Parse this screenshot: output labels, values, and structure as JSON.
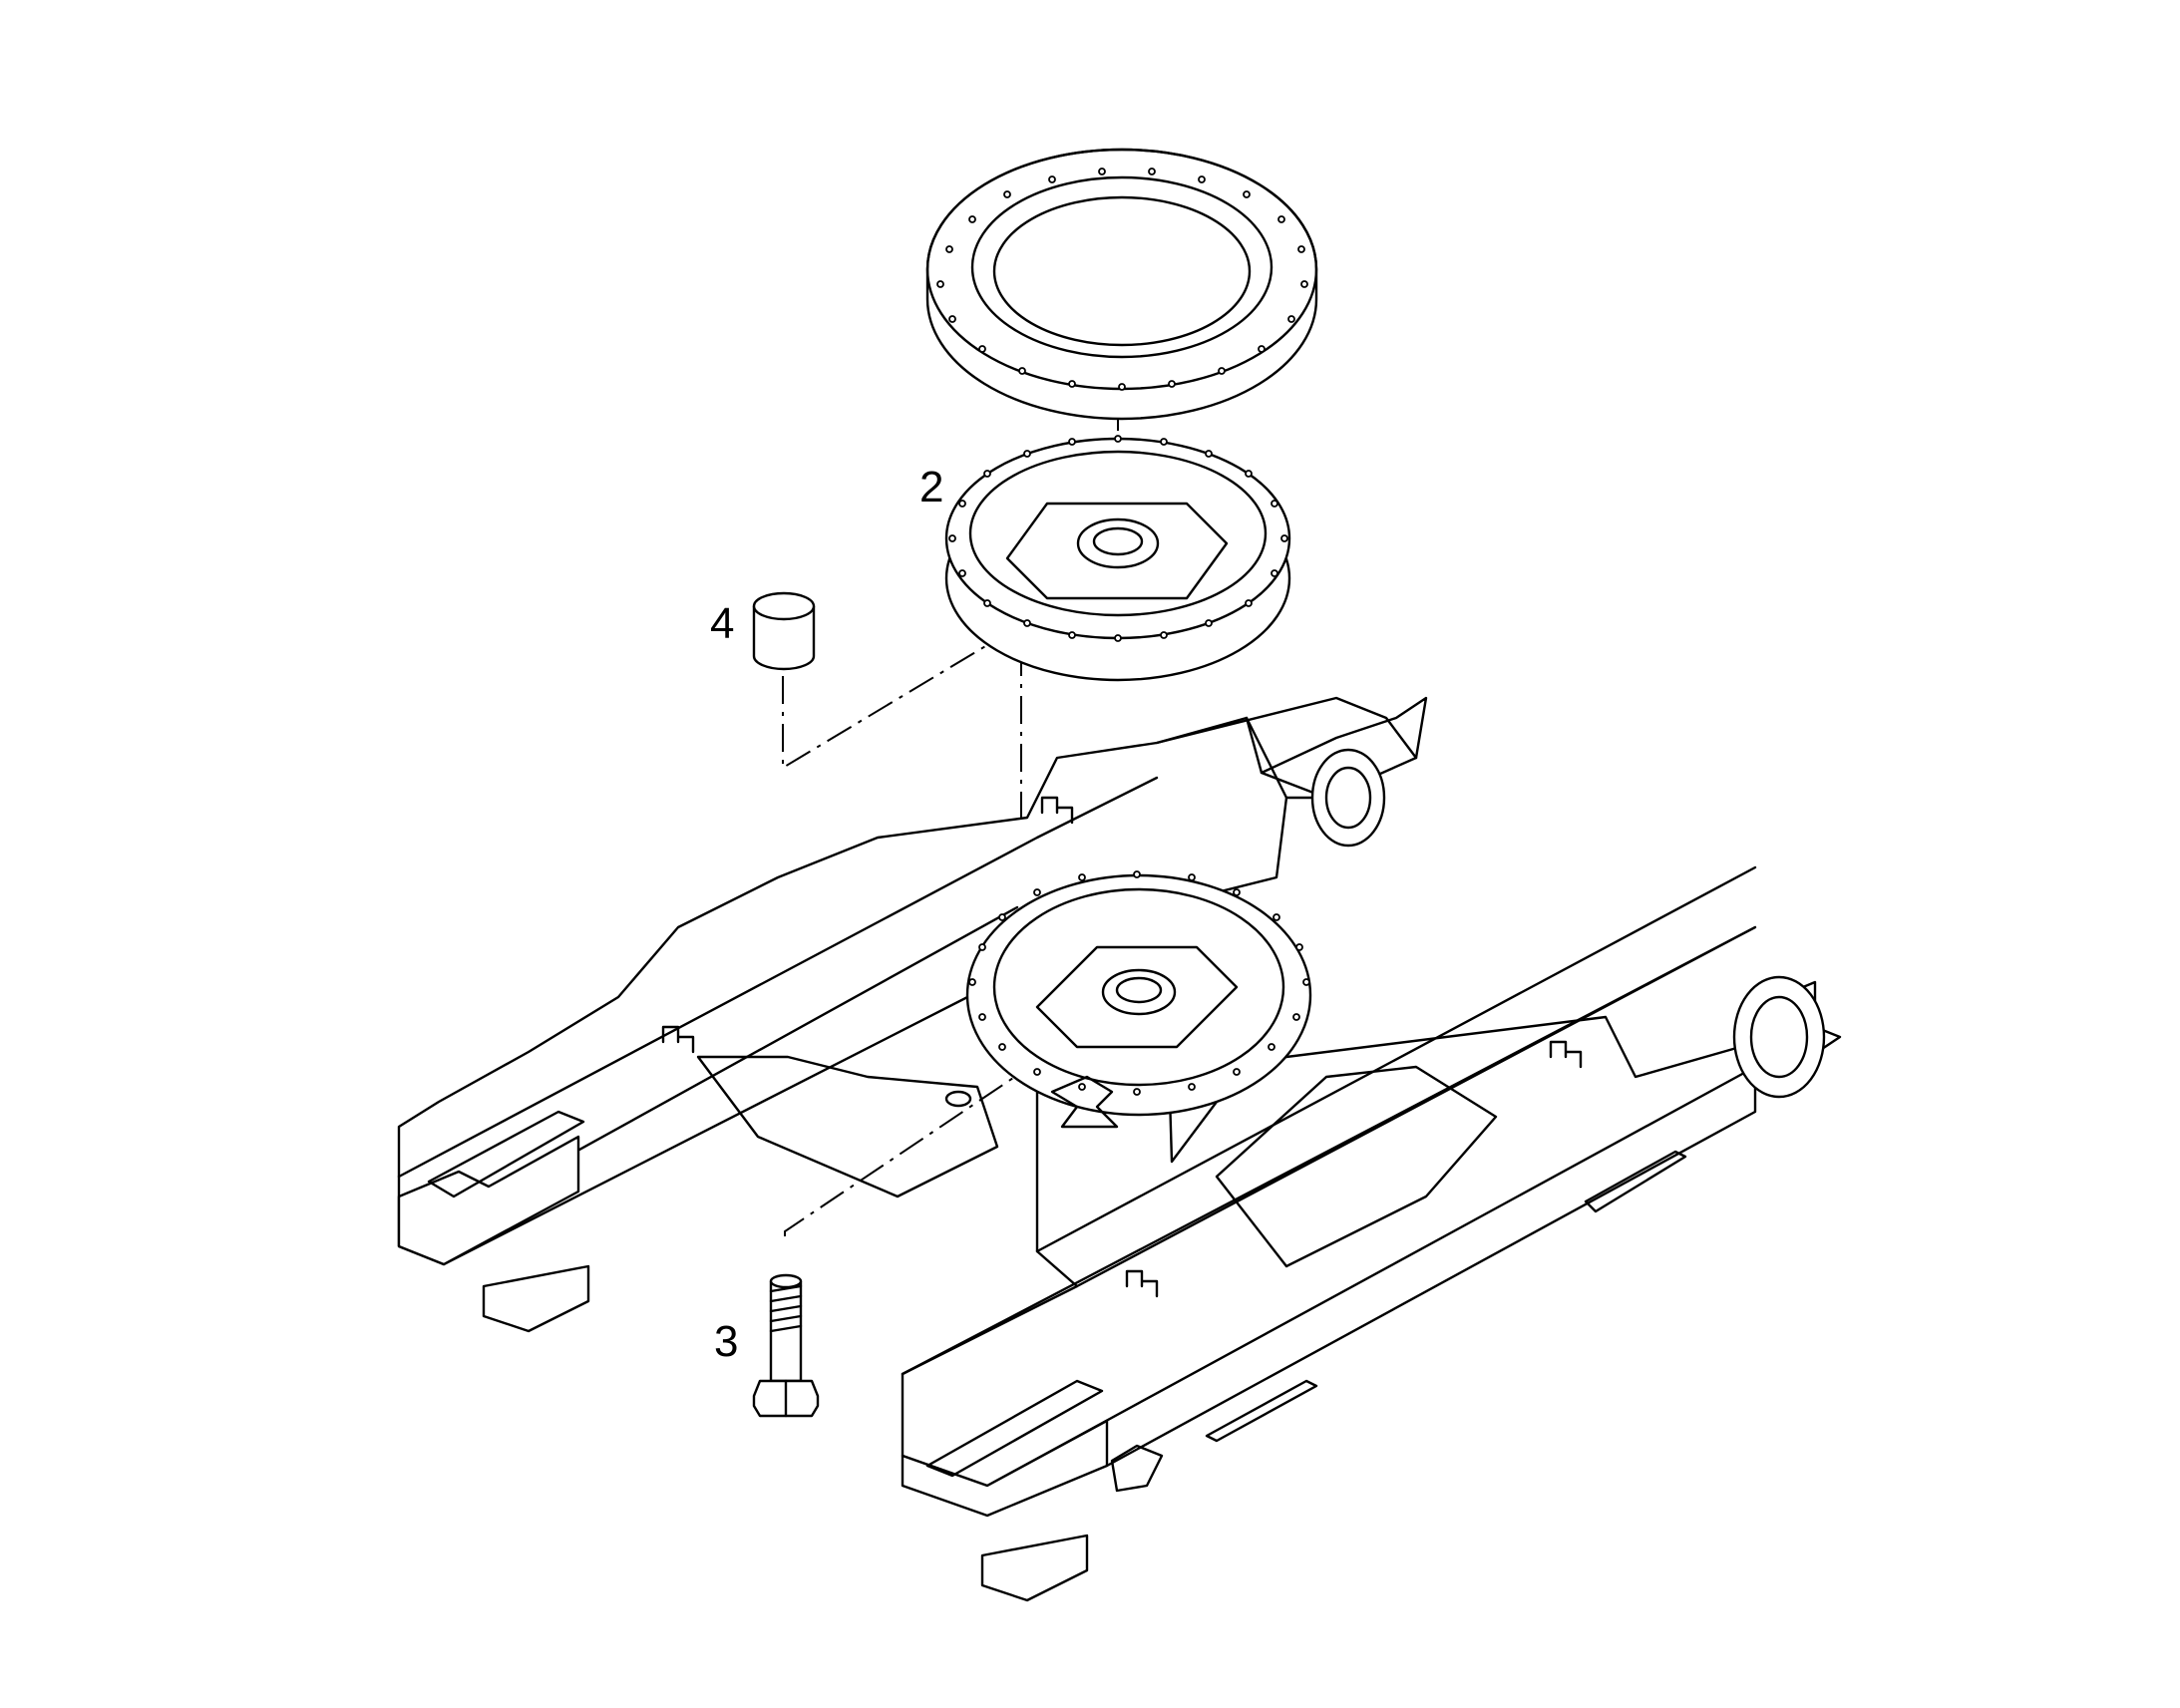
{
  "callouts": {
    "part_2": "2",
    "part_3": "3",
    "part_4": "4"
  },
  "colors": {
    "line": "#000000",
    "background": "#ffffff"
  }
}
